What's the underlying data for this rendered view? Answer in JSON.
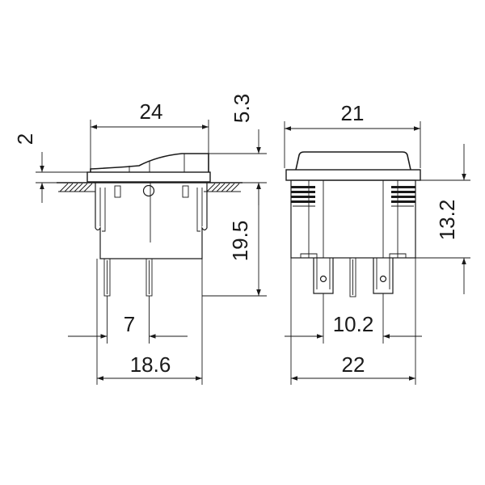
{
  "dimensions": {
    "flange_thickness": "2",
    "rocker_height": "5.3",
    "bezel_width_side": "24",
    "body_height": "19.5",
    "terminal_pitch": "7",
    "body_width_side": "18.6",
    "bezel_width_front": "21",
    "snap_height": "13.2",
    "terminal_span": "10.2",
    "body_width_front": "22"
  }
}
